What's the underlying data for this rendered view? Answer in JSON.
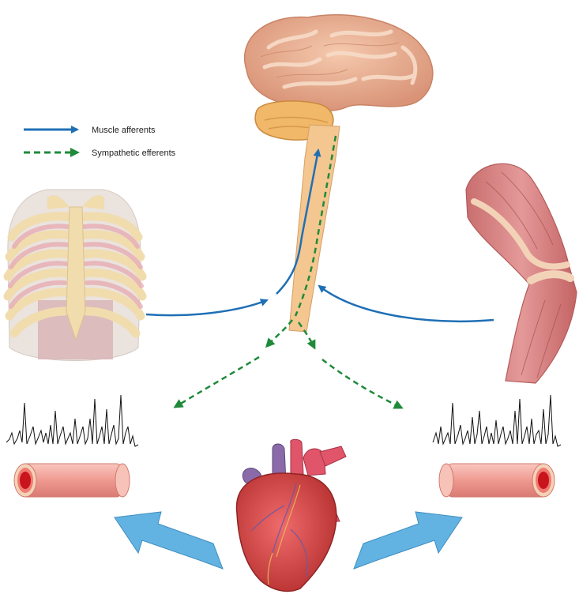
{
  "legend": {
    "items": [
      {
        "label": "Muscle afferents",
        "style": "solid",
        "color": "#1f6fb5"
      },
      {
        "label": "Sympathetic efferents",
        "style": "dashed",
        "color": "#1f8a3a"
      }
    ]
  },
  "colors": {
    "afferent": "#1f6fb5",
    "efferent": "#1f8a3a",
    "flow_arrow": "#63b3e2",
    "brain": "#e9b08f",
    "cerebellum": "#f0b868",
    "spinal_cord": "#f4c690",
    "muscle": "#d98383",
    "heart": "#d64a4a",
    "vessel": "#f0a29a",
    "bone": "#f1dcae"
  },
  "icons": [
    "brain-icon",
    "spinal-cord-icon",
    "rib-cage-icon",
    "leg-muscle-icon",
    "heart-icon",
    "blood-vessel-left-icon",
    "blood-vessel-right-icon",
    "msna-trace-left-icon",
    "msna-trace-right-icon"
  ]
}
